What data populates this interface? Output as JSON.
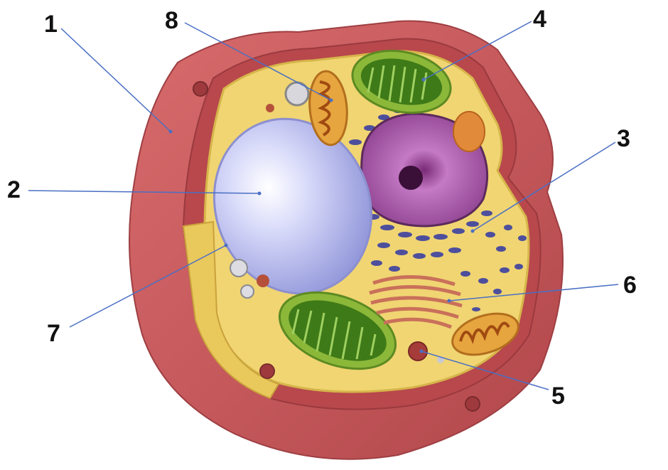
{
  "labels": [
    {
      "id": "l1",
      "text": "1"
    },
    {
      "id": "l2",
      "text": "2"
    },
    {
      "id": "l3",
      "text": "3"
    },
    {
      "id": "l4",
      "text": "4"
    },
    {
      "id": "l5",
      "text": "5"
    },
    {
      "id": "l6",
      "text": "6"
    },
    {
      "id": "l7",
      "text": "7"
    },
    {
      "id": "l8",
      "text": "8"
    }
  ],
  "colors": {
    "wall": "#c55a5c",
    "wall_dark": "#a8474a",
    "cytoplasm": "#f0d572",
    "vacuole": "#b9bdf2",
    "chloroplast": "#4c8a1f",
    "nucleus": "#9c4a9c",
    "er": "#4d4f9c",
    "golgi": "#c9705a",
    "mitochondrion": "#e0a13a",
    "leader_line": "#4a6fc4"
  }
}
